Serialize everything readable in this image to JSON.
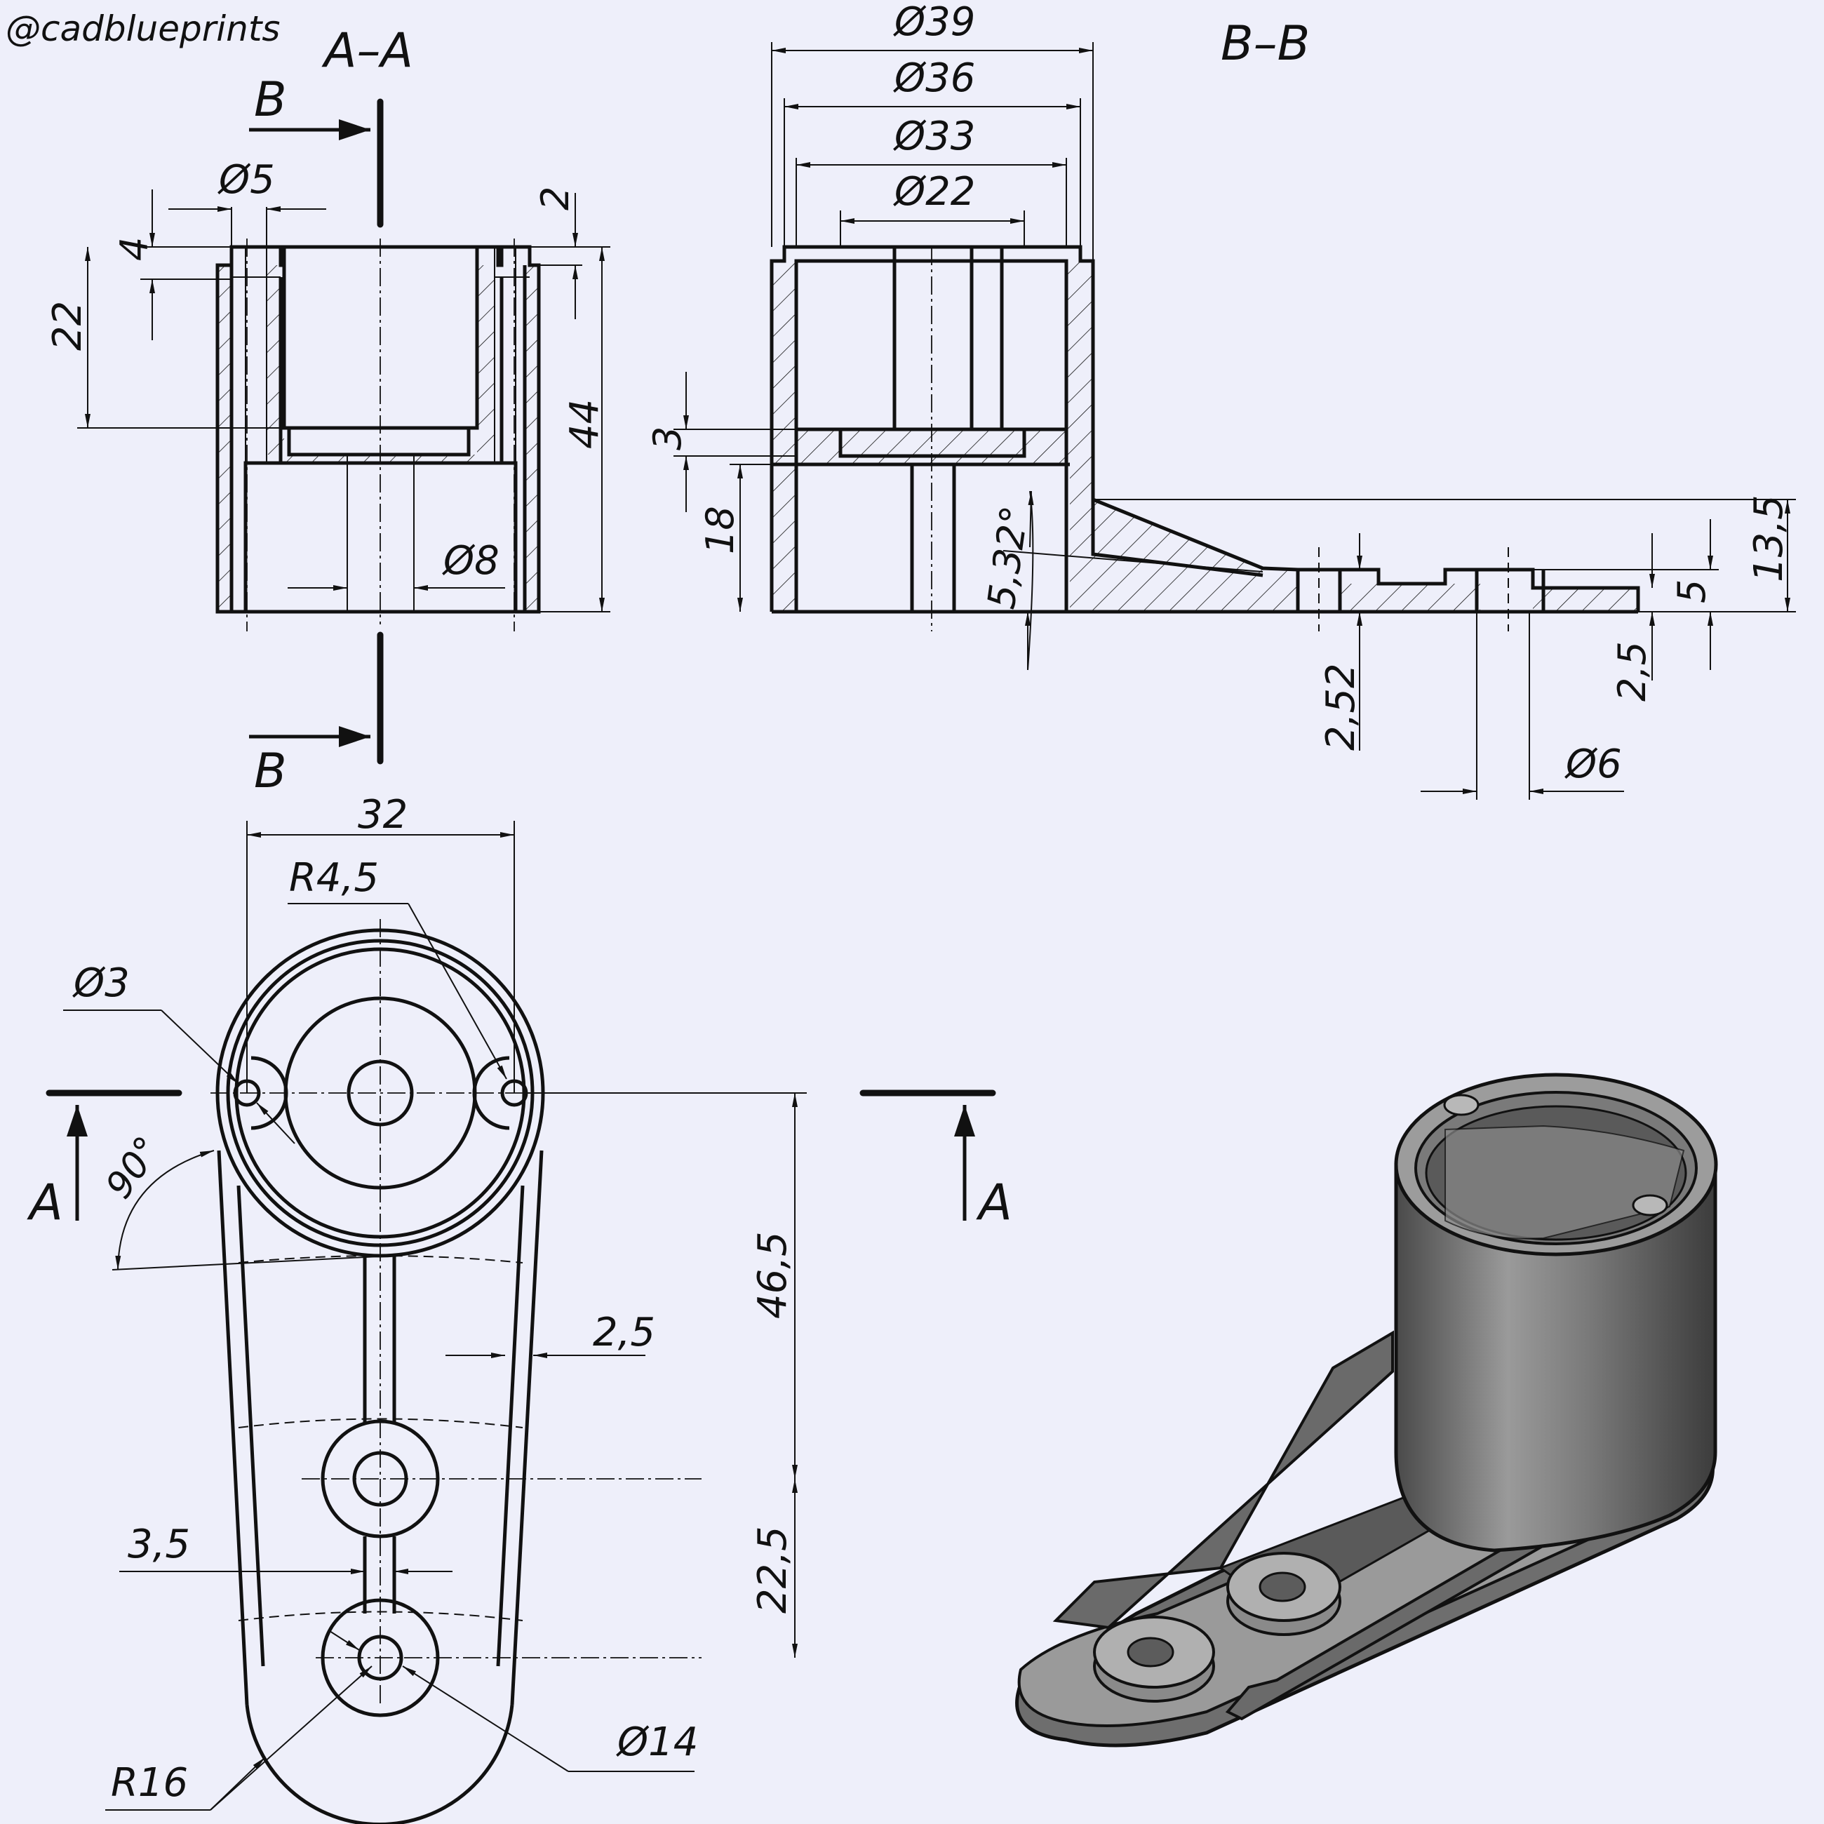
{
  "watermark": "@cadblueprints",
  "views": {
    "section_aa": "A–A",
    "section_bb": "B–B"
  },
  "cut_labels": {
    "a": "A",
    "b": "B"
  },
  "dims_aa": {
    "d5": "Ø5",
    "d4": "4",
    "d22": "22",
    "d2": "2",
    "d44": "44",
    "d8": "Ø8"
  },
  "dims_bb": {
    "d39": "Ø39",
    "d36": "Ø36",
    "d33": "Ø33",
    "d22": "Ø22",
    "d3": "3",
    "d18": "18",
    "angle": "5,32°",
    "d252": "2,52",
    "d135": "13,5",
    "d5": "5",
    "d25": "2,5",
    "d6": "Ø6"
  },
  "dims_plan": {
    "d32": "32",
    "r45": "R4,5",
    "d3": "Ø3",
    "angle90": "90°",
    "d465": "46,5",
    "d25": "2,5",
    "d35": "3,5",
    "d225": "22,5",
    "r16": "R16",
    "d14": "Ø14"
  },
  "colors": {
    "background": "#eeeffa",
    "ink": "#111111",
    "render_gray": "#808080"
  }
}
